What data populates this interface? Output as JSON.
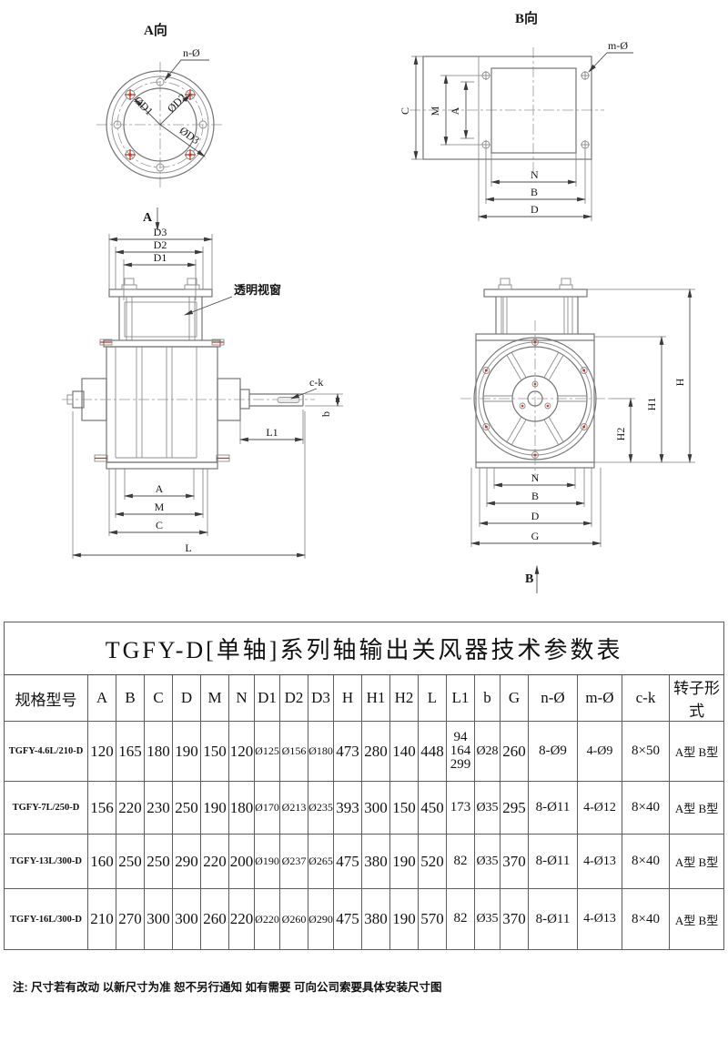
{
  "drawings": {
    "line_color": "#757575",
    "accent_red": "#c23b2a",
    "view_a": {
      "title": "A向",
      "section_label": "A",
      "labels": {
        "holes": "n-Ø",
        "d1": "ØD1",
        "d2": "ØD2",
        "d3": "ØD3"
      }
    },
    "view_b": {
      "title": "B向",
      "labels": {
        "holes": "m-Ø",
        "c": "C",
        "m": "M",
        "a": "A",
        "n": "N",
        "b": "B",
        "d": "D"
      }
    },
    "side_view": {
      "window_label": "透明视窗",
      "labels": {
        "d3": "D3",
        "d2": "D2",
        "d1": "D1",
        "ck": "c-k",
        "b": "b",
        "l1": "L1",
        "a": "A",
        "m": "M",
        "c": "C",
        "l": "L"
      }
    },
    "front_view": {
      "section_label": "B",
      "labels": {
        "h": "H",
        "h1": "H1",
        "h2": "H2",
        "n": "N",
        "b": "B",
        "d": "D",
        "g": "G"
      }
    }
  },
  "table": {
    "title": "TGFY-D[单轴]系列轴输出关风器技术参数表",
    "headers": [
      "规格型号",
      "A",
      "B",
      "C",
      "D",
      "M",
      "N",
      "D1",
      "D2",
      "D3",
      "H",
      "H1",
      "H2",
      "L",
      "L1",
      "b",
      "G",
      "n-Ø",
      "m-Ø",
      "c-k",
      "转子形式"
    ],
    "rows": [
      [
        "TGFY-4.6L/210-D",
        "120",
        "165",
        "180",
        "190",
        "150",
        "120",
        "Ø125",
        "Ø156",
        "Ø180",
        "473",
        "280",
        "140",
        "448",
        "94\n164\n299",
        "Ø28",
        "260",
        "8-Ø9",
        "4-Ø9",
        "8×50",
        "A型 B型"
      ],
      [
        "TGFY-7L/250-D",
        "156",
        "220",
        "230",
        "250",
        "190",
        "180",
        "Ø170",
        "Ø213",
        "Ø235",
        "393",
        "300",
        "150",
        "450",
        "173",
        "Ø35",
        "295",
        "8-Ø11",
        "4-Ø12",
        "8×40",
        "A型 B型"
      ],
      [
        "TGFY-13L/300-D",
        "160",
        "250",
        "250",
        "290",
        "220",
        "200",
        "Ø190",
        "Ø237",
        "Ø265",
        "475",
        "380",
        "190",
        "520",
        "82",
        "Ø35",
        "370",
        "8-Ø11",
        "4-Ø13",
        "8×40",
        "A型 B型"
      ],
      [
        "TGFY-16L/300-D",
        "210",
        "270",
        "300",
        "300",
        "260",
        "220",
        "Ø220",
        "Ø260",
        "Ø290",
        "475",
        "380",
        "190",
        "570",
        "82",
        "Ø35",
        "370",
        "8-Ø11",
        "4-Ø13",
        "8×40",
        "A型 B型"
      ]
    ]
  },
  "note": "注: 尺寸若有改动 以新尺寸为准 恕不另行通知 如有需要 可向公司索要具体安装尺寸图"
}
